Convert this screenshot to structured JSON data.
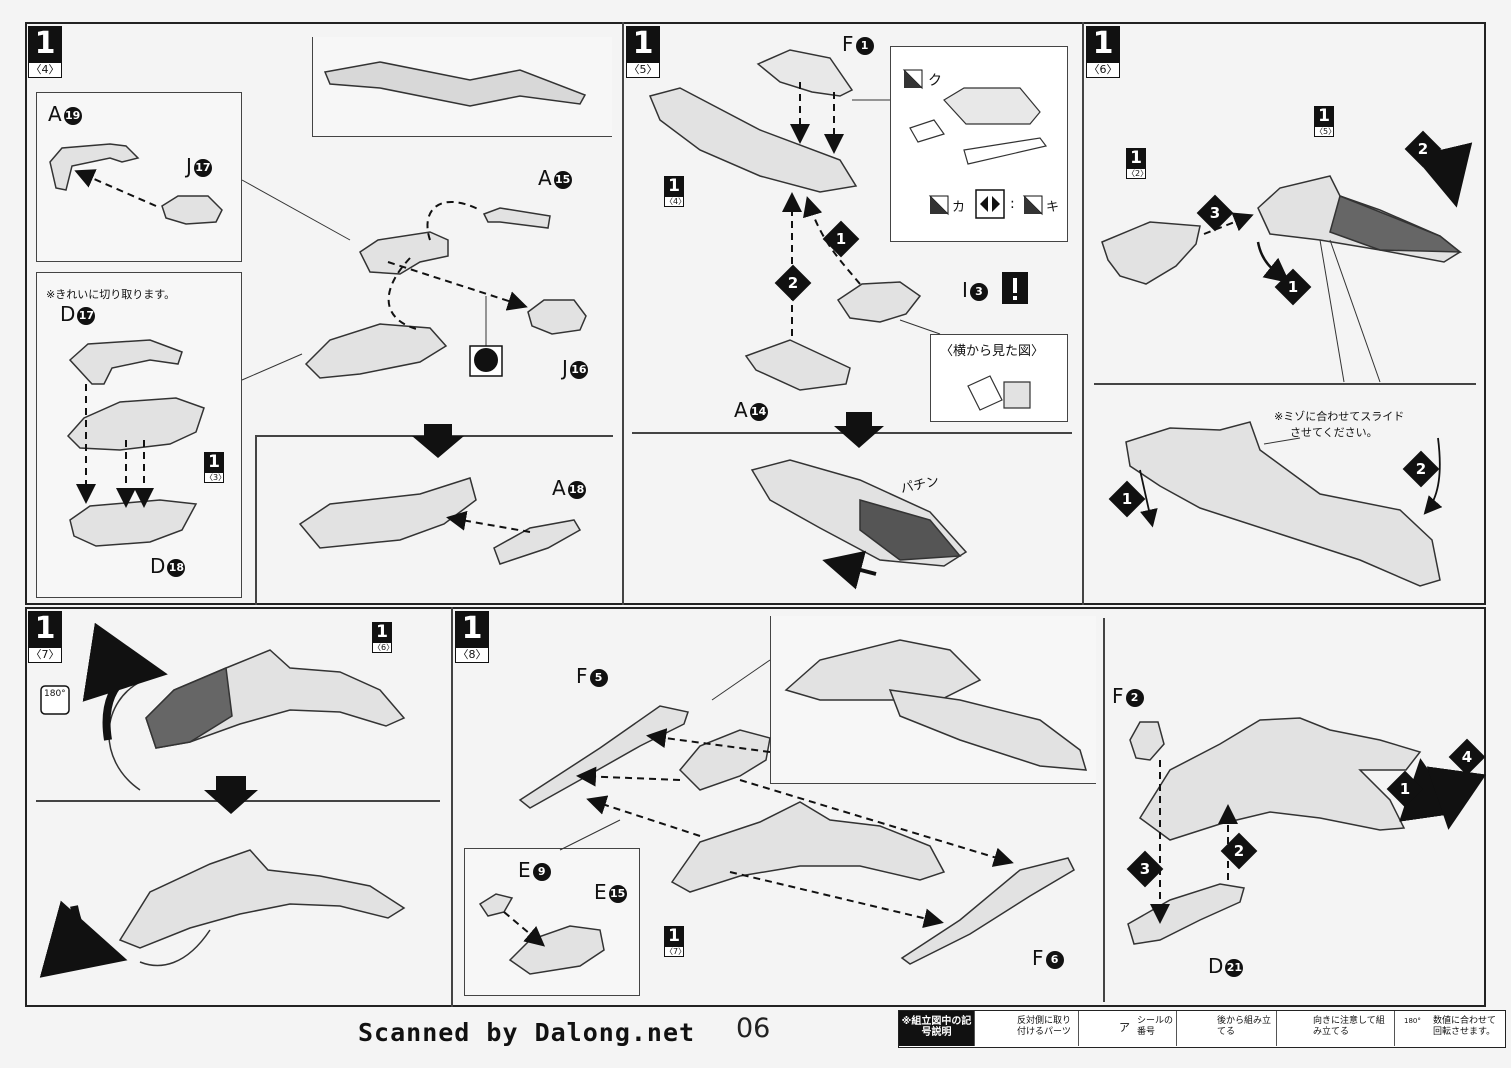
{
  "steps": {
    "s4": {
      "num": "1",
      "sub": "〈4〉"
    },
    "s5": {
      "num": "1",
      "sub": "〈5〉"
    },
    "s6": {
      "num": "1",
      "sub": "〈6〉"
    },
    "s7": {
      "num": "1",
      "sub": "〈7〉"
    },
    "s8": {
      "num": "1",
      "sub": "〈8〉"
    }
  },
  "refs": {
    "r3": {
      "num": "1",
      "sub": "〈3〉"
    },
    "r4": {
      "num": "1",
      "sub": "〈4〉"
    },
    "r2": {
      "num": "1",
      "sub": "〈2〉"
    },
    "r5": {
      "num": "1",
      "sub": "〈5〉"
    },
    "r6": {
      "num": "1",
      "sub": "〈6〉"
    },
    "r7": {
      "num": "1",
      "sub": "〈7〉"
    }
  },
  "parts": {
    "a19": {
      "letter": "A",
      "number": "19"
    },
    "j17": {
      "letter": "J",
      "number": "17"
    },
    "a15": {
      "letter": "A",
      "number": "15"
    },
    "j16": {
      "letter": "J",
      "number": "16"
    },
    "d17": {
      "letter": "D",
      "number": "17"
    },
    "d18": {
      "letter": "D",
      "number": "18"
    },
    "a18": {
      "letter": "A",
      "number": "18"
    },
    "f1": {
      "letter": "F",
      "number": "1"
    },
    "i3": {
      "letter": "I",
      "number": "3"
    },
    "a14": {
      "letter": "A",
      "number": "14"
    },
    "f5": {
      "letter": "F",
      "number": "5"
    },
    "e9": {
      "letter": "E",
      "number": "9"
    },
    "e15": {
      "letter": "E",
      "number": "15"
    },
    "f6": {
      "letter": "F",
      "number": "6"
    },
    "f2": {
      "letter": "F",
      "number": "2"
    },
    "d21": {
      "letter": "D",
      "number": "21"
    }
  },
  "notes": {
    "clean_cut": "※きれいに切り取ります。",
    "side_view": "〈横から見た図〉",
    "slide_note_1": "※ミゾに合わせてスライド",
    "slide_note_2": "させてください。",
    "snap": "パチン",
    "rotate": "180°",
    "stickers": {
      "ku": "ク",
      "ka": "カ",
      "ki": "キ"
    }
  },
  "markers": [
    "1",
    "2",
    "3",
    "4"
  ],
  "footer": {
    "scanned": "Scanned by Dalong.net",
    "page_number": "06"
  },
  "legend": {
    "header": "※組立図中の記号説明",
    "items": [
      {
        "text": "反対側に取り付けるパーツ"
      },
      {
        "text": "シールの番号",
        "glyph": "ア"
      },
      {
        "text": "後から組み立てる"
      },
      {
        "text": "向きに注意して組み立てる"
      },
      {
        "text": "数値に合わせて回転させます。",
        "glyph": "180°"
      }
    ]
  },
  "colors": {
    "ink": "#111111",
    "paper": "#f4f4f4",
    "part_fill": "#e2e2e2",
    "part_dark": "#6a6a6a"
  }
}
